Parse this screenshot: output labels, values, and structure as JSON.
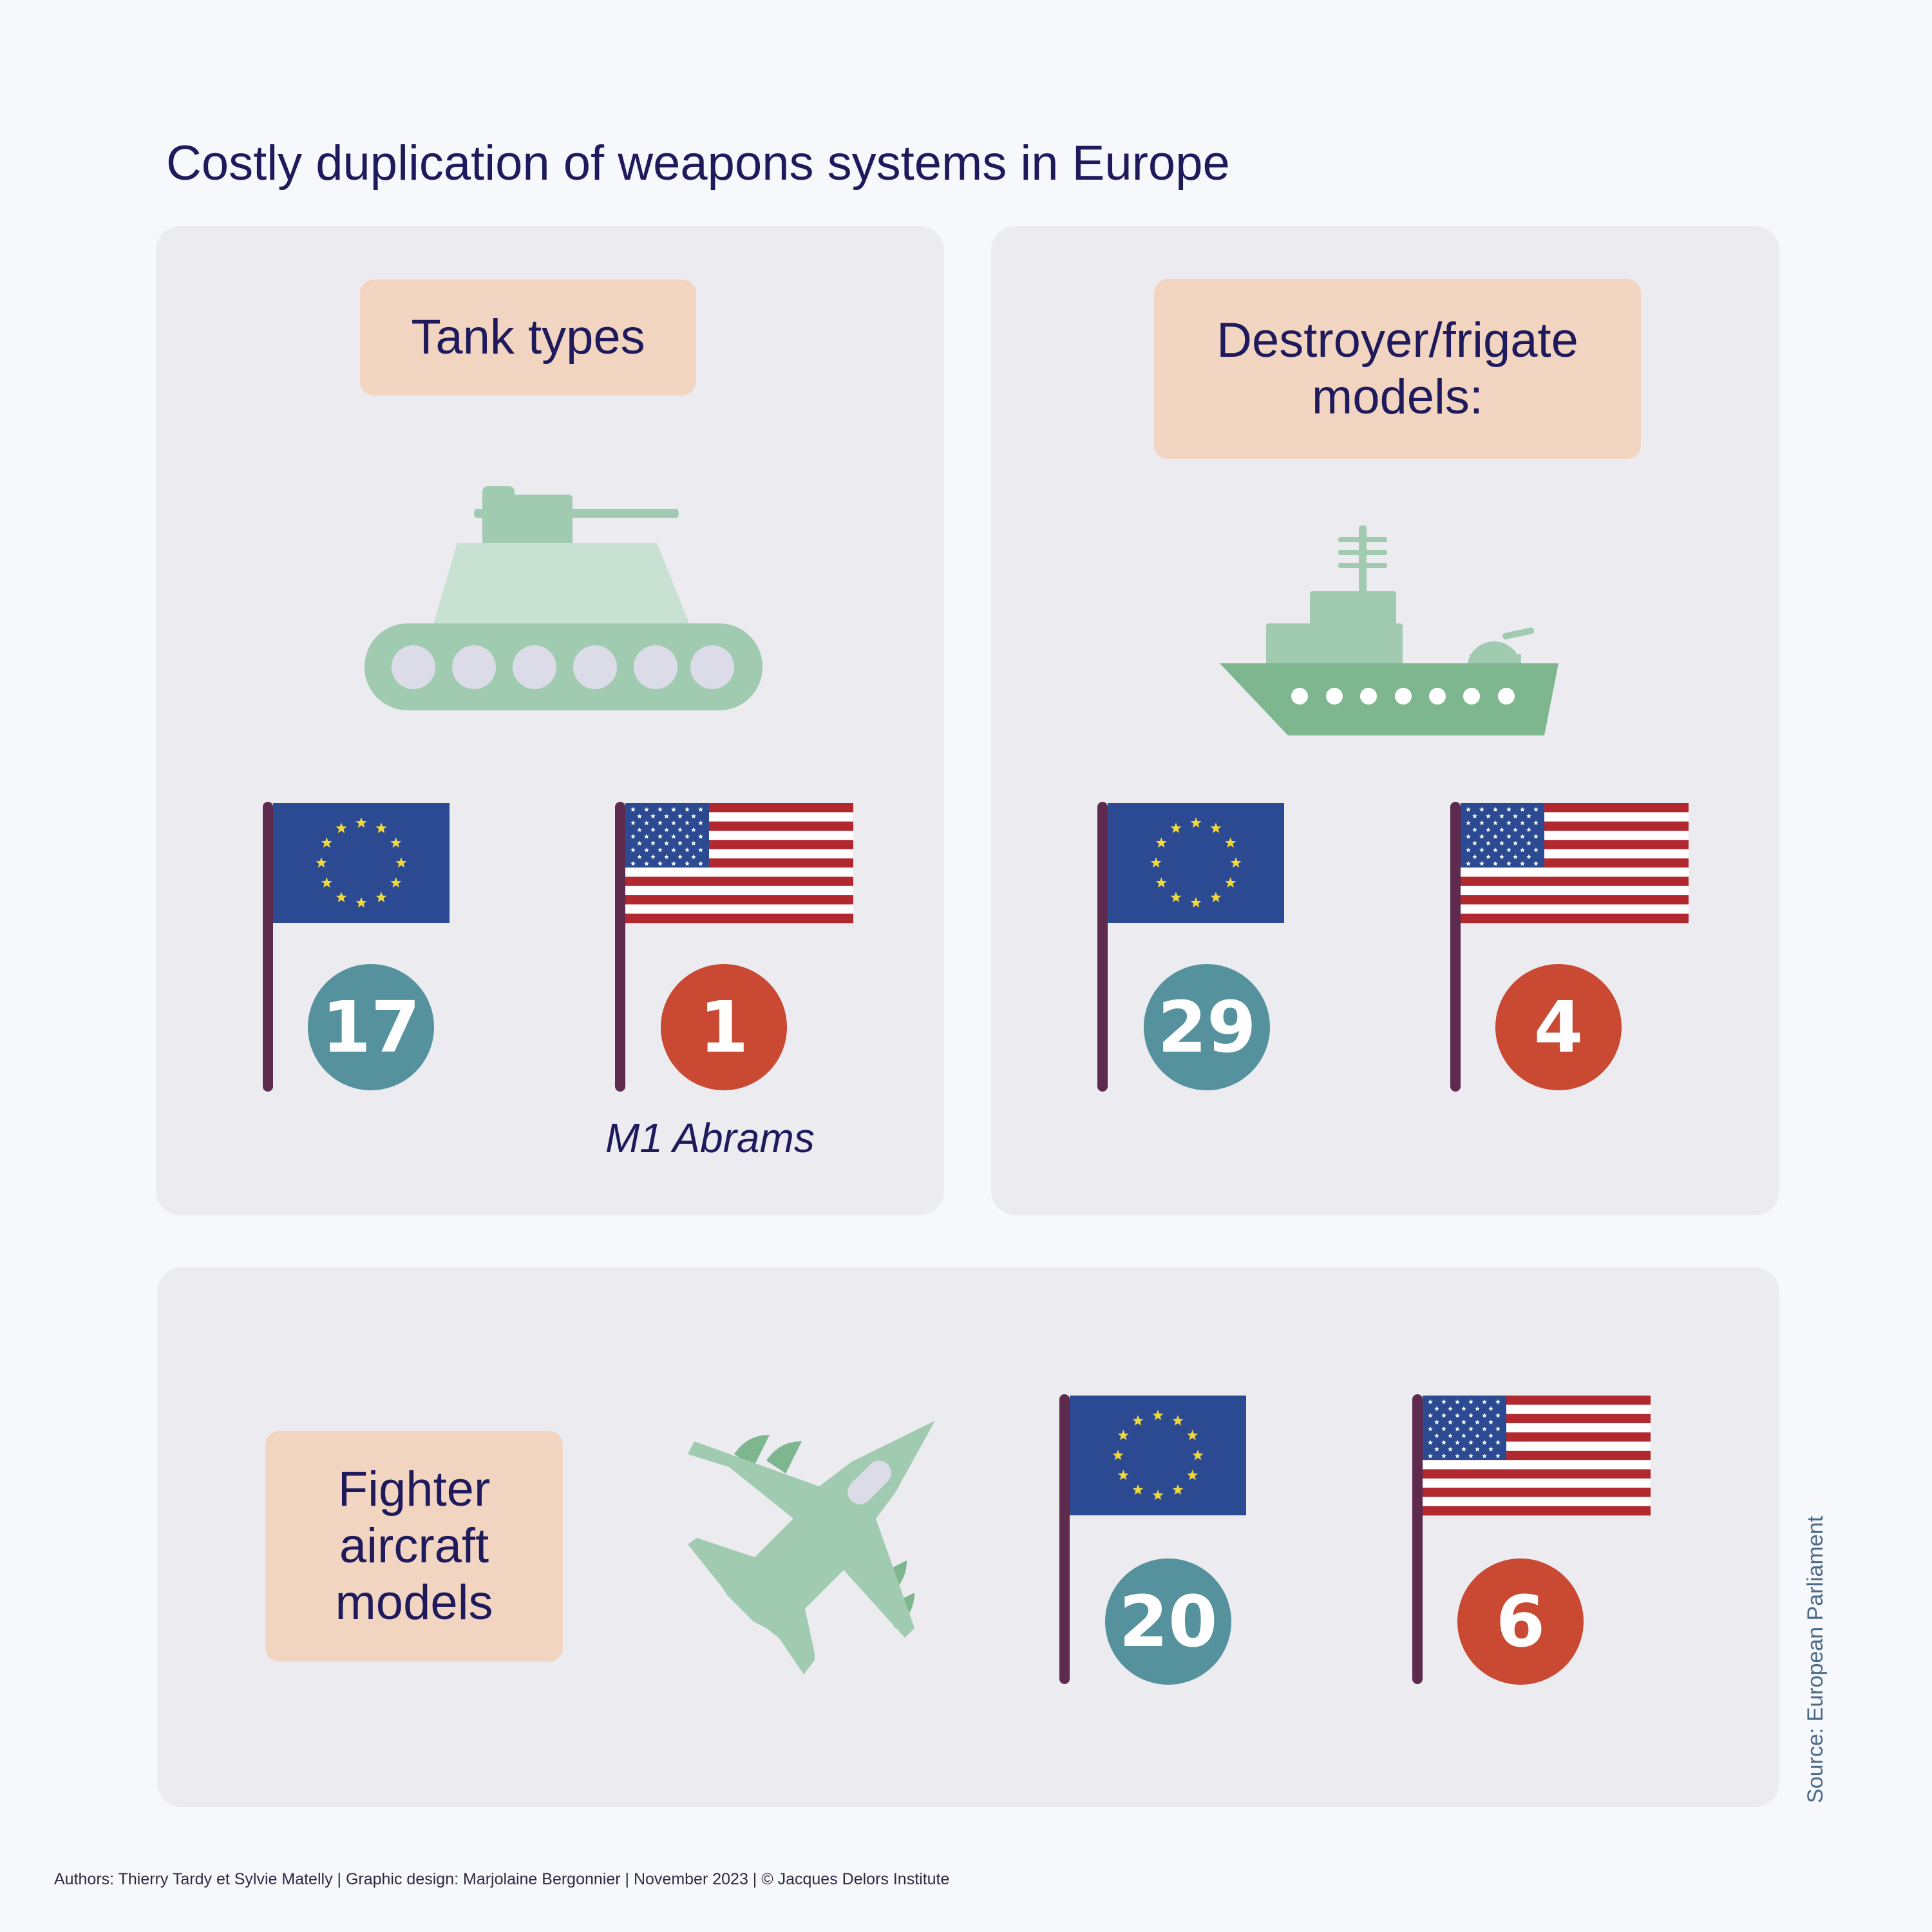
{
  "title": "Costly duplication of weapons systems in Europe",
  "colors": {
    "eu_badge": "#55929e",
    "us_badge": "#c94933",
    "label_bg": "#f2d5c1",
    "panel_bg": "#ebebf0",
    "icon_green": "#a1cbb0"
  },
  "panels": {
    "tanks": {
      "label": "Tank types",
      "icon": "tank-icon",
      "eu_count": "17",
      "us_count": "1",
      "us_note": "M1 Abrams"
    },
    "ships": {
      "label": "Destroyer/frigate\nmodels:",
      "icon": "warship-icon",
      "eu_count": "29",
      "us_count": "4"
    },
    "aircraft": {
      "label": "Fighter\naircraft\nmodels",
      "icon": "fighter-jet-icon",
      "eu_count": "20",
      "us_count": "6"
    }
  },
  "footer": "Authors: Thierry Tardy et Sylvie Matelly  |  Graphic design: Marjolaine Bergonnier  |  November 2023  |  © Jacques Delors Institute",
  "source": "Source: European Parliament"
}
